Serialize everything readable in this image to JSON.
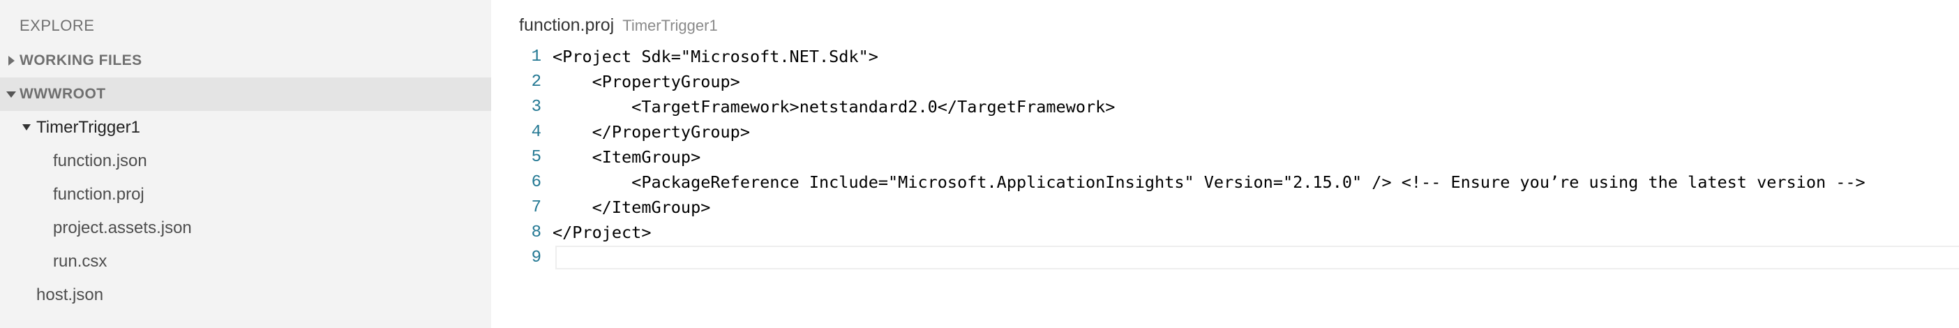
{
  "sidebar": {
    "title": "EXPLORE",
    "sections": {
      "working_files": "WORKING FILES",
      "wwwroot": "WWWROOT"
    },
    "tree": {
      "folder": "TimerTrigger1",
      "files": [
        "function.json",
        "function.proj",
        "project.assets.json",
        "run.csx"
      ],
      "root_file": "host.json"
    }
  },
  "editor": {
    "filename": "function.proj",
    "folder": "TimerTrigger1",
    "line_numbers": [
      "1",
      "2",
      "3",
      "4",
      "5",
      "6",
      "7",
      "8",
      "9"
    ],
    "lines": [
      "<Project Sdk=\"Microsoft.NET.Sdk\">",
      "    <PropertyGroup>",
      "        <TargetFramework>netstandard2.0</TargetFramework>",
      "    </PropertyGroup>",
      "    <ItemGroup>",
      "        <PackageReference Include=\"Microsoft.ApplicationInsights\" Version=\"2.15.0\" /> <!-- Ensure you’re using the latest version -->",
      "    </ItemGroup>",
      "</Project>",
      ""
    ]
  },
  "colors": {
    "sidebar_bg": "#f3f3f3",
    "selected_section_bg": "#e4e4e4",
    "line_number": "#237893"
  }
}
